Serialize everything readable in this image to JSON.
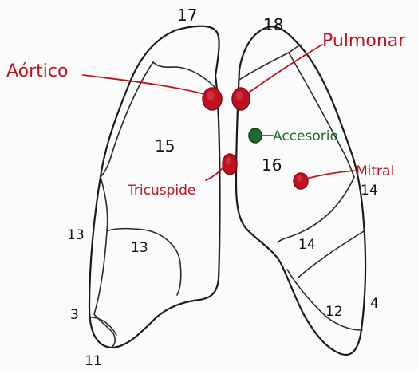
{
  "colors": {
    "ink": "#1a1a1a",
    "valve_red": "#c0111f",
    "valve_red_dark": "#8e0a16",
    "accessory_green": "#1e6b32",
    "paper": "#fbfbfb"
  },
  "valves": {
    "aortic": "Aórtico",
    "pulmonary": "Pulmonar",
    "tricuspid": "Tricuspide",
    "mitral": "Mitral",
    "accessory": "Accesorio"
  },
  "region_numbers": {
    "top_left": "17",
    "top_right": "18",
    "right_upper_lung": "15",
    "left_upper_lung": "16",
    "right_middle_edge": "13",
    "right_middle_inner": "13",
    "left_lingula_edge": "14",
    "left_lingula_inner": "14",
    "right_lower_edge": "3",
    "right_base": "11",
    "left_lower_inner": "12",
    "left_lower_edge": "4"
  }
}
